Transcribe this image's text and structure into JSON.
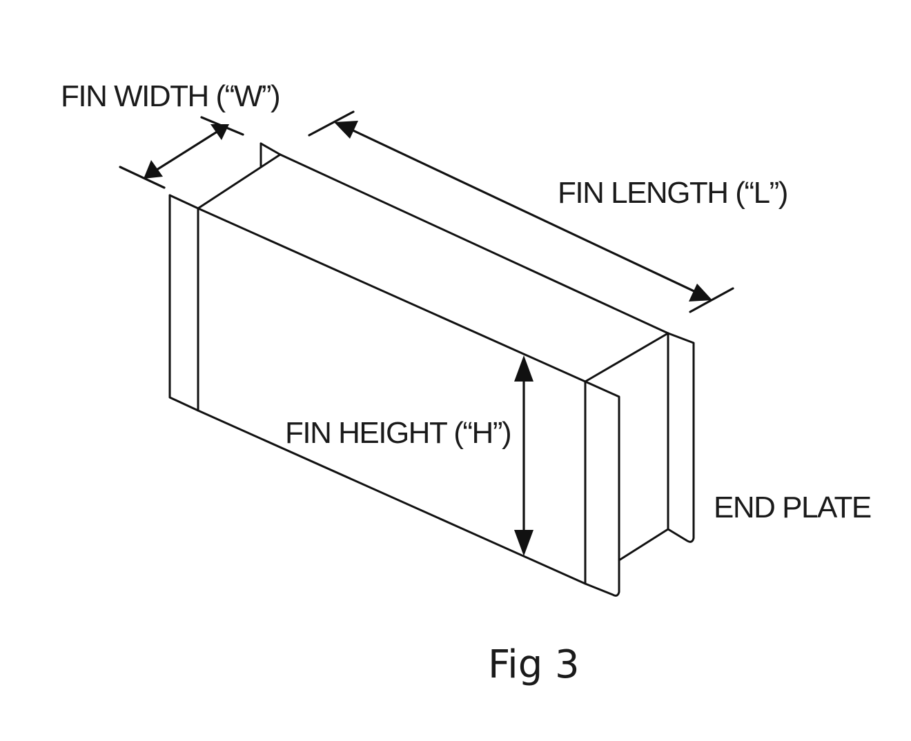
{
  "figure": {
    "labels": {
      "fin_width": "FIN WIDTH (“W”)",
      "fin_length": "FIN LENGTH (“L”)",
      "fin_height": "FIN HEIGHT (“H”)",
      "end_plate": "END PLATE"
    },
    "caption": "Fig 3",
    "colors": {
      "line": "#111111",
      "text": "#1a1a1a",
      "background": "#ffffff"
    }
  }
}
